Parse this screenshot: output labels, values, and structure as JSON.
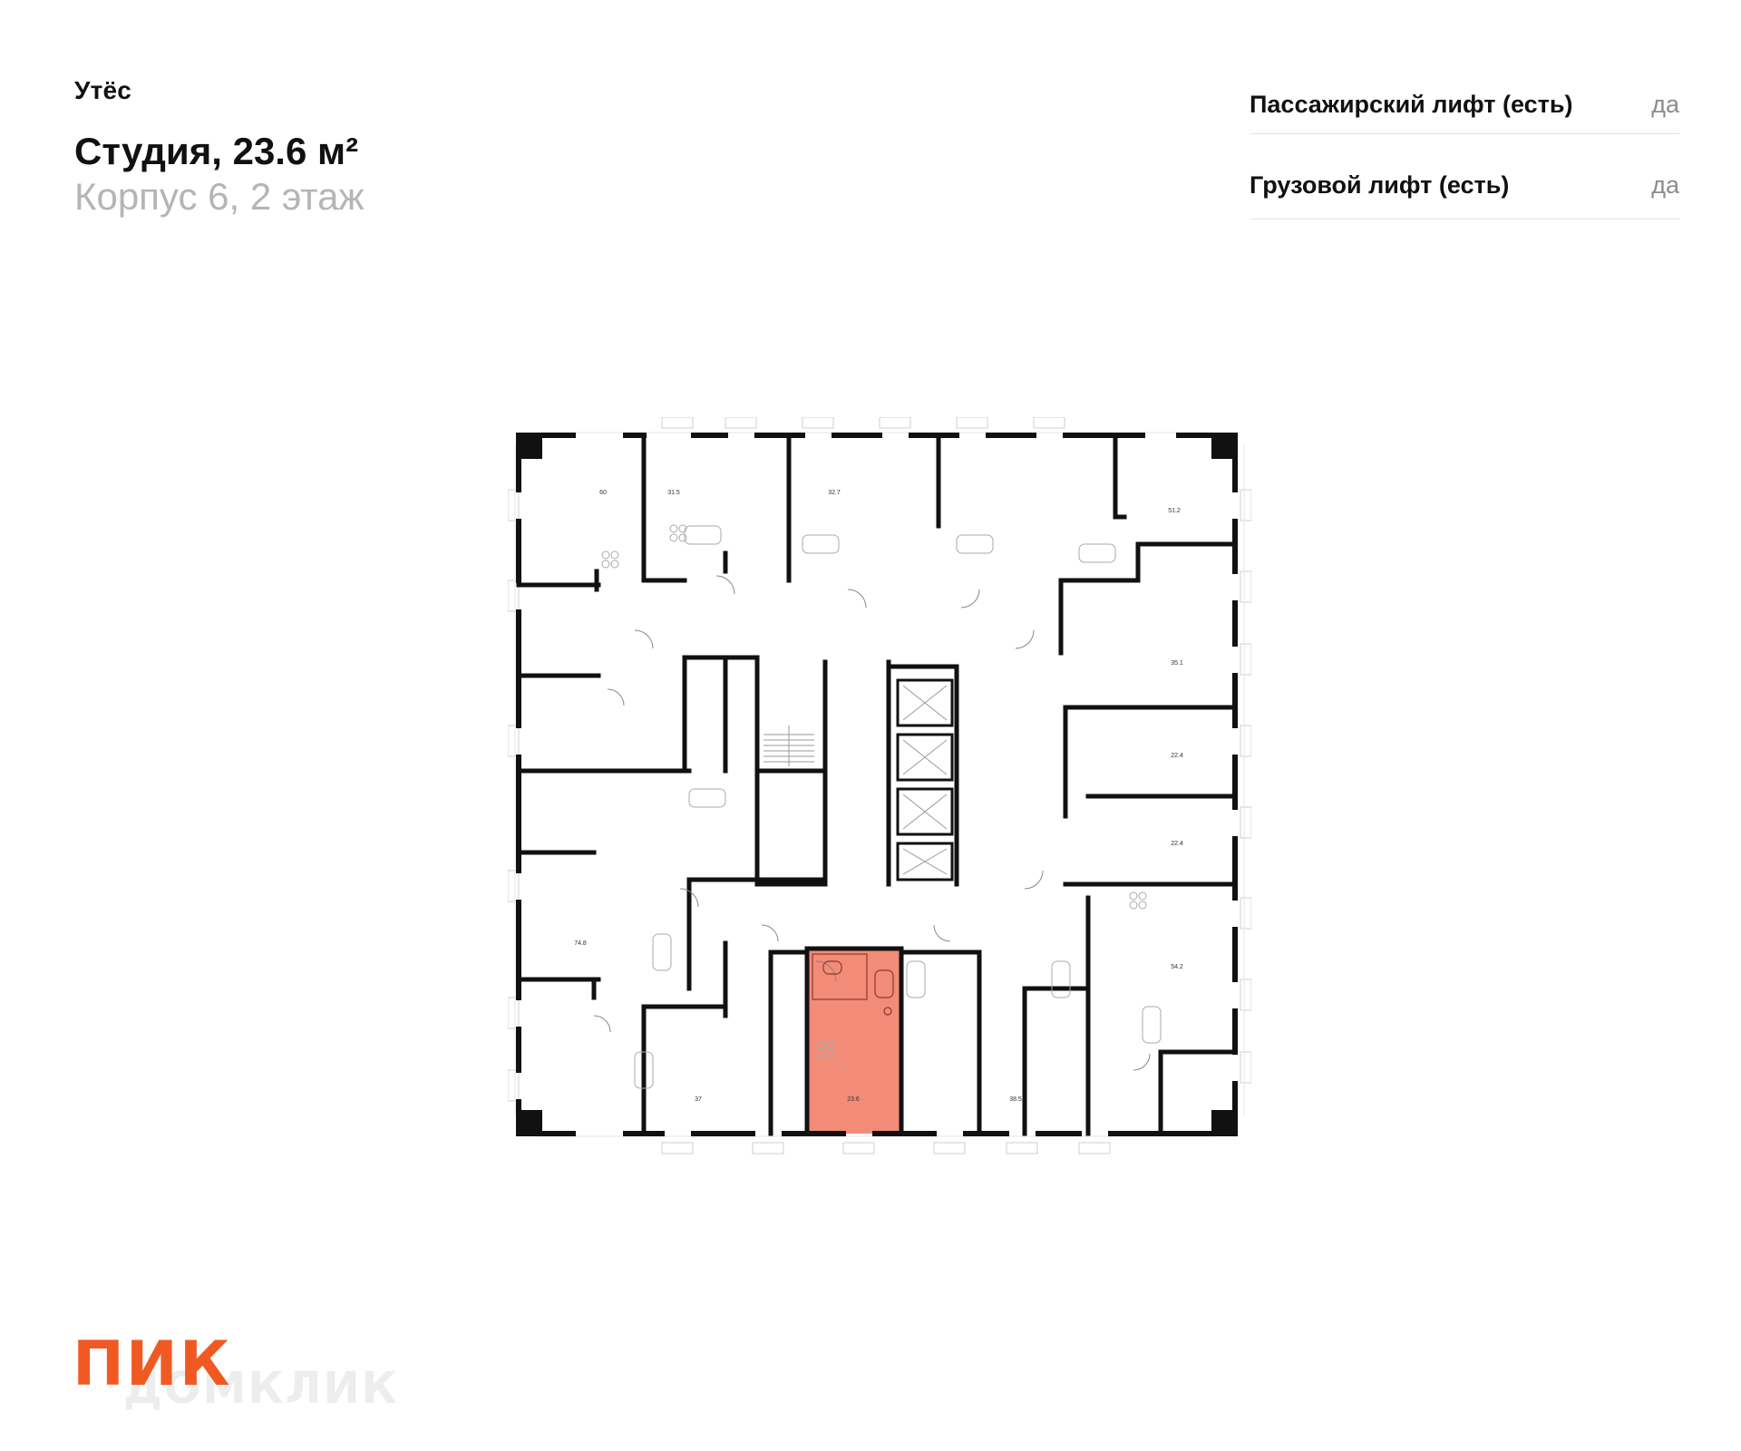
{
  "header": {
    "project": "Утёс",
    "apartment_title": "Студия, 23.6 м²",
    "building_floor": "Корпус 6, 2 этаж"
  },
  "features": [
    {
      "label": "Пассажирский лифт (есть)",
      "value": "да"
    },
    {
      "label": "Грузовой лифт (есть)",
      "value": "да"
    }
  ],
  "floor_plan": {
    "highlight_color": "#f28b78",
    "rooms": {
      "r60": "60",
      "r31_5": "31.5",
      "r32_7": "32.7",
      "r51_2": "51.2",
      "r35_1": "35.1",
      "r22_4a": "22.4",
      "r22_4b": "22.4",
      "r74_8": "74.8",
      "r54_2": "54.2",
      "r37": "37",
      "r23_6": "23.6",
      "r38_5": "38.5"
    }
  },
  "logo": {
    "brand": "ПИК",
    "partner": "ДОМКЛИК",
    "brand_color": "#f05a22"
  }
}
